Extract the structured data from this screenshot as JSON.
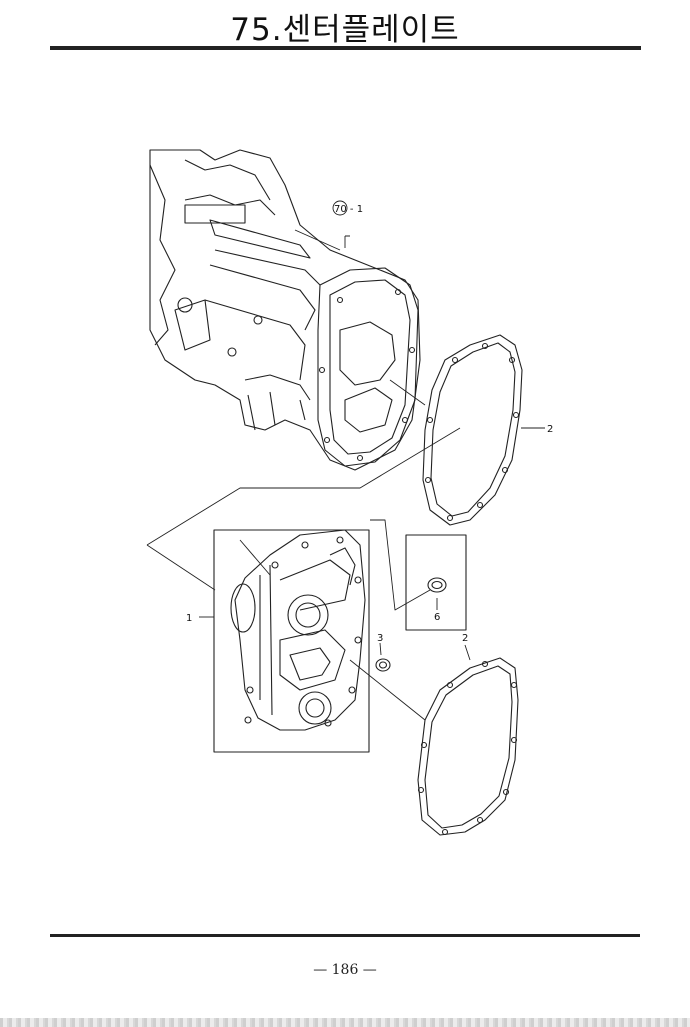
{
  "header": {
    "title": "75.센터플레이트"
  },
  "callouts": {
    "ref_70_1": "70 - 1",
    "gasket_upper": "2",
    "center_plate": "1",
    "seal_6": "6",
    "ring_3": "3",
    "gasket_lower": "2"
  },
  "footer": {
    "page_number": "— 186 —"
  }
}
